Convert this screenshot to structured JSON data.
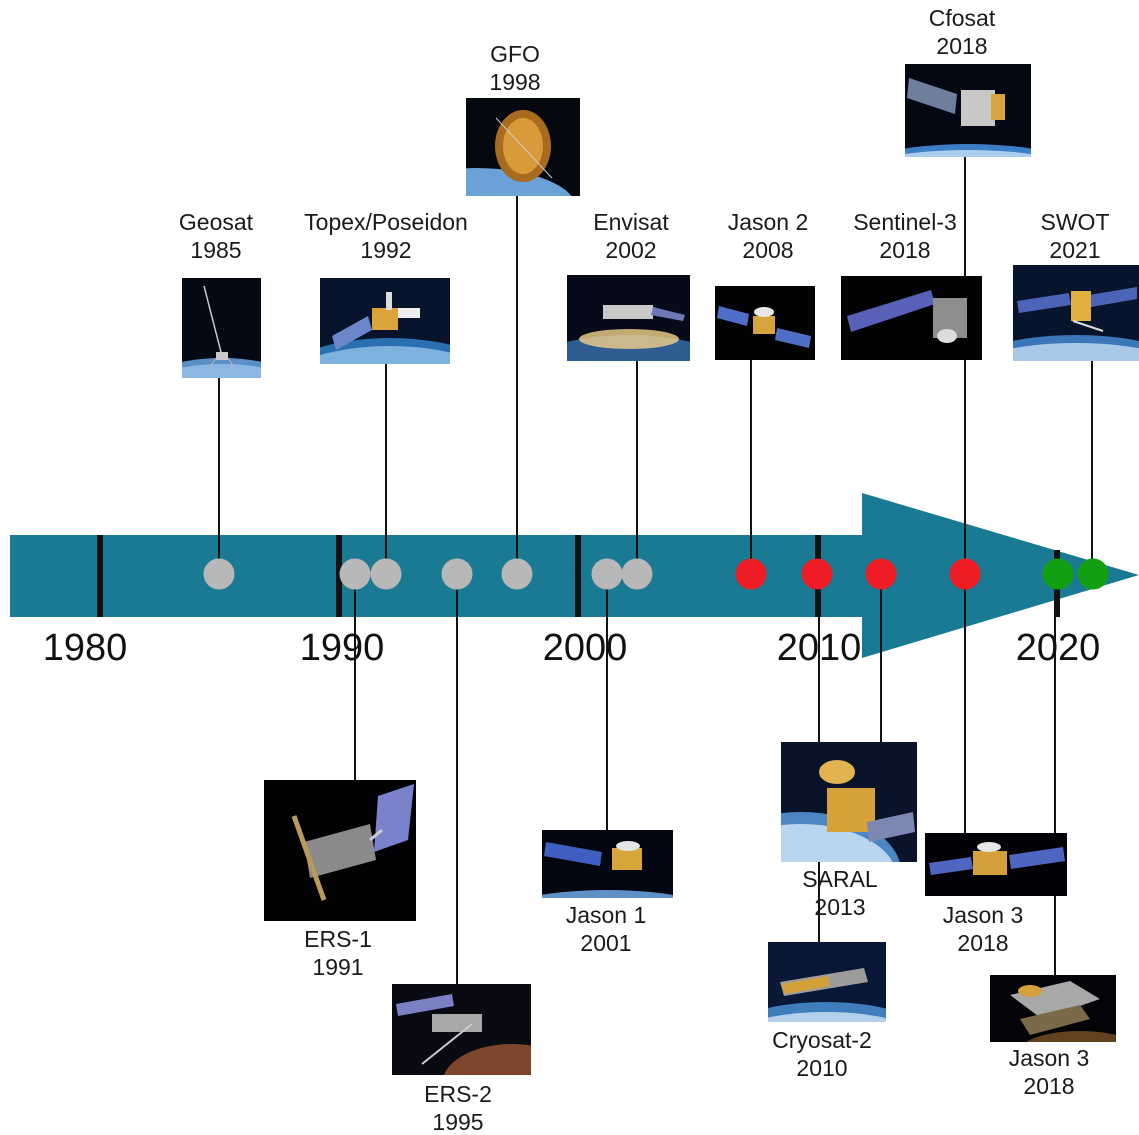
{
  "colors": {
    "arrow": "#1a7a93",
    "past": "#b8b8b8",
    "current": "#ee1c24",
    "future": "#12a012"
  },
  "axis": {
    "years": [
      "1980",
      "1990",
      "2000",
      "2010",
      "2020"
    ]
  },
  "missions": [
    {
      "id": "geosat",
      "name": "Geosat",
      "year": "1985",
      "status": "past"
    },
    {
      "id": "topex",
      "name": "Topex/Poseidon",
      "year": "1992",
      "status": "past"
    },
    {
      "id": "gfo",
      "name": "GFO",
      "year": "1998",
      "status": "past"
    },
    {
      "id": "envisat",
      "name": "Envisat",
      "year": "2002",
      "status": "past"
    },
    {
      "id": "jason2",
      "name": "Jason 2",
      "year": "2008",
      "status": "current"
    },
    {
      "id": "sentinel3",
      "name": "Sentinel-3",
      "year": "2018",
      "status": "current"
    },
    {
      "id": "cfosat",
      "name": "Cfosat",
      "year": "2018",
      "status": "current"
    },
    {
      "id": "swot",
      "name": "SWOT",
      "year": "2021",
      "status": "future"
    },
    {
      "id": "ers1",
      "name": "ERS-1",
      "year": "1991",
      "status": "past"
    },
    {
      "id": "ers2",
      "name": "ERS-2",
      "year": "1995",
      "status": "past"
    },
    {
      "id": "jason1",
      "name": "Jason 1",
      "year": "2001",
      "status": "past"
    },
    {
      "id": "saral",
      "name": "SARAL",
      "year": "2013",
      "status": "current"
    },
    {
      "id": "cryosat2",
      "name": "Cryosat-2",
      "year": "2010",
      "status": "current"
    },
    {
      "id": "jason3a",
      "name": "Jason 3",
      "year": "2018",
      "status": "current"
    },
    {
      "id": "jason3b",
      "name": "Jason 3",
      "year": "2018",
      "status": "future"
    }
  ]
}
